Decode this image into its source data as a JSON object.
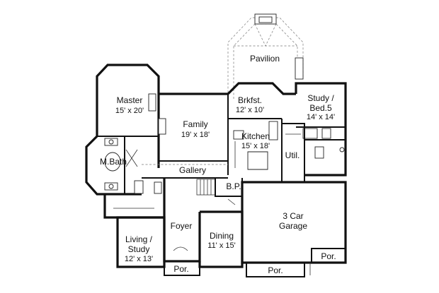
{
  "rooms": {
    "pavilion": {
      "name": "Pavilion"
    },
    "master": {
      "name": "Master",
      "size": "15' x 20'"
    },
    "family": {
      "name": "Family",
      "size": "19' x 18'"
    },
    "brkfst": {
      "name": "Brkfst.",
      "size": "12' x 10'"
    },
    "study": {
      "name": "Study /",
      "name2": "Bed.5",
      "size": "14' x 14'"
    },
    "kitchen": {
      "name": "Kitchen",
      "size": "15' x 18'"
    },
    "mbath": {
      "name": "M.Bath"
    },
    "util": {
      "name": "Util."
    },
    "gallery": {
      "name": "Gallery"
    },
    "bp": {
      "name": "B.P."
    },
    "garage": {
      "name": "3 Car",
      "name2": "Garage"
    },
    "foyer": {
      "name": "Foyer"
    },
    "dining": {
      "name": "Dining",
      "size": "11' x 15'"
    },
    "living": {
      "name": "Living /",
      "name2": "Study",
      "size": "12' x 13'"
    },
    "por_left": {
      "name": "Por."
    },
    "por_mid": {
      "name": "Por."
    },
    "por_right": {
      "name": "Por."
    }
  }
}
